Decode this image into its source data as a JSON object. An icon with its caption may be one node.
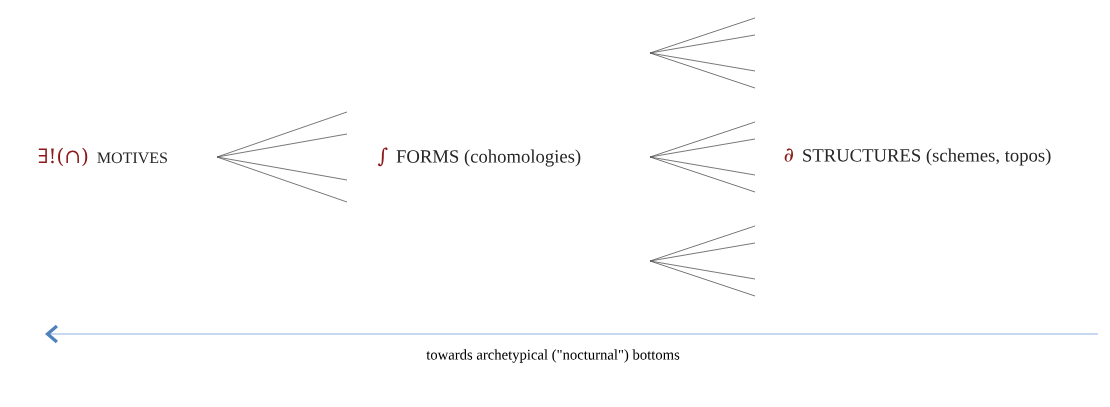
{
  "diagram": {
    "nodes": [
      {
        "text": [
          "∃!(∩)",
          "MOTIVES"
        ]
      },
      {
        "text": [
          "∫",
          "FORMS (cohomologies)"
        ]
      },
      {
        "text": [
          "∂",
          "STRUCTURES (schemes, topos)"
        ]
      }
    ],
    "labels": [
      "towards archetypical (\"nocturnal\") bottoms"
    ]
  }
}
